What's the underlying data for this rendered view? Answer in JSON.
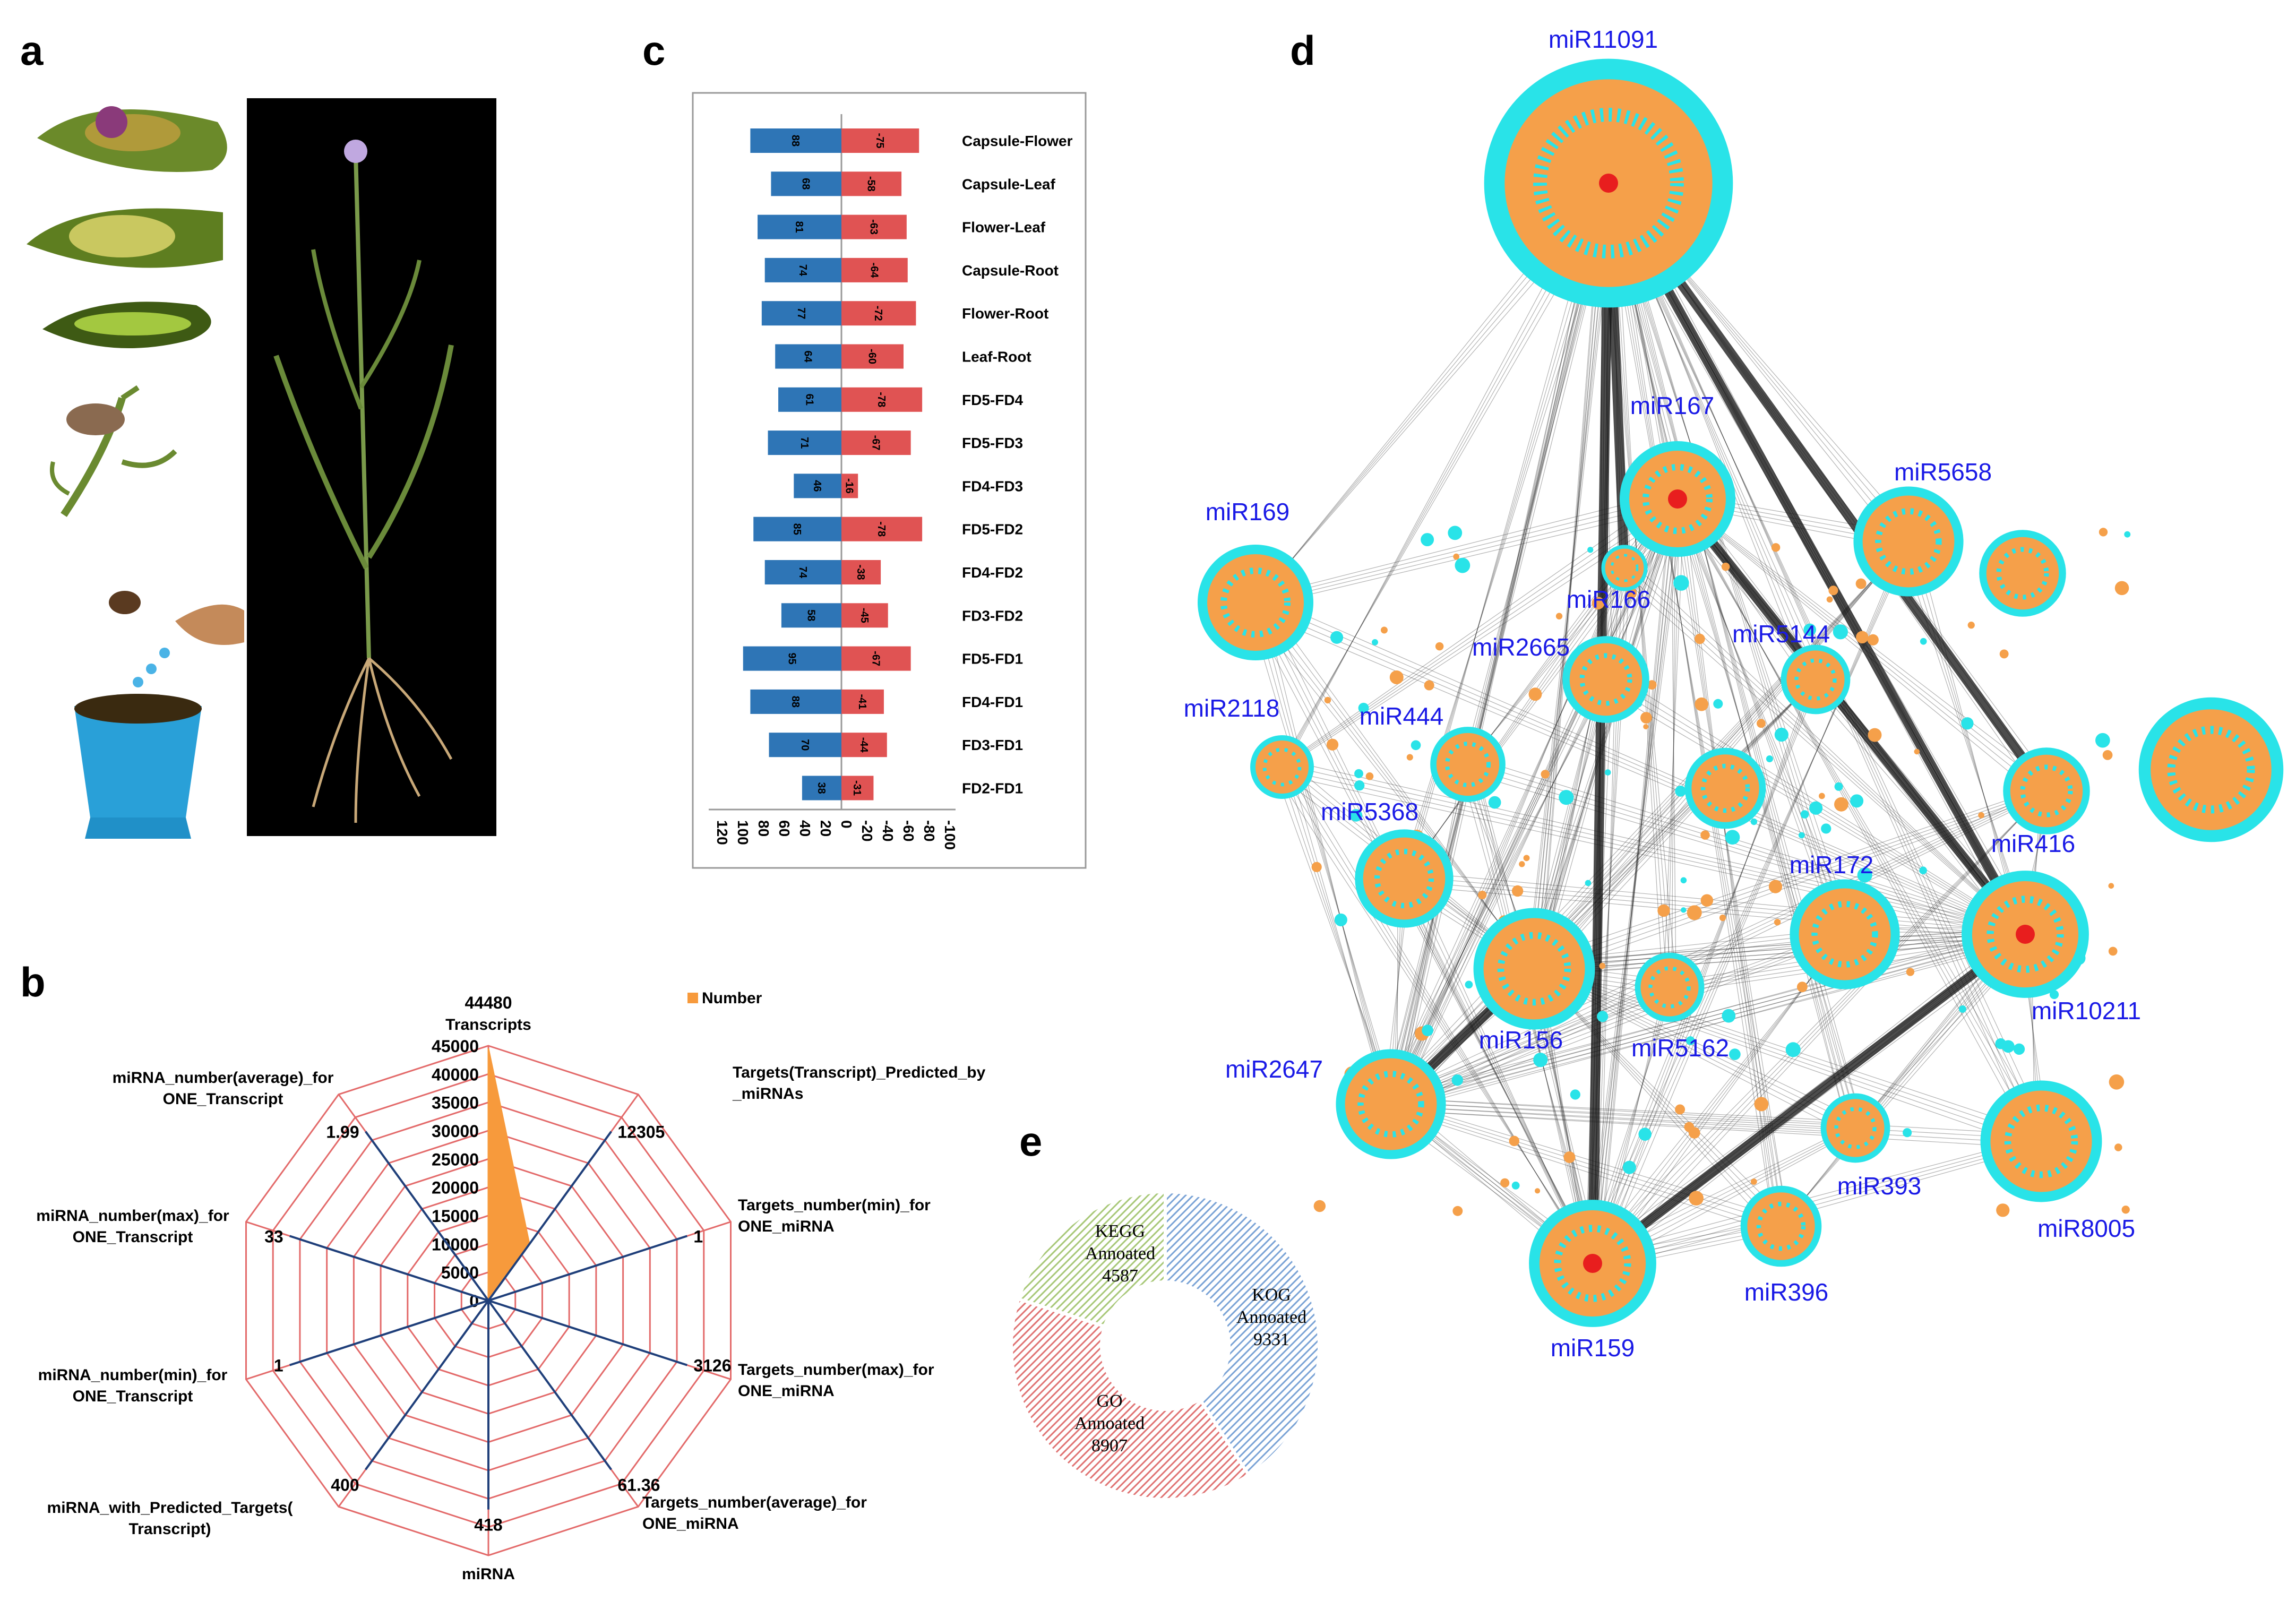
{
  "panels": {
    "a": "a",
    "b": "b",
    "c": "c",
    "d": "d",
    "e": "e"
  },
  "colors": {
    "blue": "#2e75b6",
    "red": "#e05353",
    "orange": "#f79a3c",
    "navy": "#1f3f7a",
    "grid": "#e36a6a",
    "network_label": "#1a1ae6",
    "cyan": "#29e3e8",
    "node_orange": "#f5a04a",
    "kog": "#7aa3d6",
    "go": "#e07373",
    "kegg": "#a8c878"
  },
  "chart_data": [
    {
      "id": "b",
      "type": "radar",
      "legend": "Number",
      "legend_position": "top-right",
      "axes": [
        "Transcripts",
        "Targets(Transcript)_Predicted_by _miRNAs",
        "Targets_number(min)_for ONE_miRNA",
        "Targets_number(max)_for ONE_miRNA",
        "Targets_number(average)_for ONE_miRNA",
        "miRNA",
        "miRNA_with_Predicted_Targets( Transcript)",
        "miRNA_number(min)_for ONE_Transcript",
        "miRNA_number(max)_for ONE_Transcript",
        "miRNA_number(average)_for ONE_Transcript"
      ],
      "values": [
        44480,
        12305,
        1,
        3126,
        61.36,
        418,
        400,
        1,
        33,
        1.99
      ],
      "value_labels": [
        "44480",
        "12305",
        "1",
        "3126",
        "61.36",
        "418",
        "400",
        "1",
        "33",
        "1.99"
      ],
      "ticks": [
        "0",
        "5000",
        "10000",
        "15000",
        "20000",
        "25000",
        "30000",
        "35000",
        "40000",
        "45000"
      ],
      "rmax": 45000
    },
    {
      "id": "c",
      "type": "bar",
      "orientation": "horizontal",
      "categories": [
        "Capsule-Flower",
        "Capsule-Leaf",
        "Flower-Leaf",
        "Capsule-Root",
        "Flower-Root",
        "Leaf-Root",
        "FD5-FD4",
        "FD5-FD3",
        "FD4-FD3",
        "FD5-FD2",
        "FD4-FD2",
        "FD3-FD2",
        "FD5-FD1",
        "FD4-FD1",
        "FD3-FD1",
        "FD2-FD1"
      ],
      "series": [
        {
          "values": [
            88,
            68,
            81,
            74,
            77,
            64,
            61,
            71,
            46,
            85,
            74,
            58,
            95,
            88,
            70,
            38
          ]
        },
        {
          "values": [
            -75,
            -58,
            -63,
            -64,
            -72,
            -60,
            -78,
            -67,
            -16,
            -78,
            -38,
            -45,
            -67,
            -41,
            -44,
            -31
          ]
        }
      ],
      "xticks": [
        "120",
        "100",
        "80",
        "60",
        "40",
        "20",
        "0",
        "-20",
        "-40",
        "-60",
        "-80",
        "-100"
      ],
      "xlim": [
        120,
        -100
      ]
    },
    {
      "id": "e",
      "type": "pie",
      "donut": true,
      "slices": [
        {
          "label1": "KOG",
          "label2": "Annoated",
          "value": 9331
        },
        {
          "label1": "GO",
          "label2": "Annoated",
          "value": 8907
        },
        {
          "label1": "KEGG",
          "label2": "Annoated",
          "value": 4587
        }
      ]
    }
  ],
  "network": {
    "nodes": [
      {
        "label": "miR11091"
      },
      {
        "label": "miR167"
      },
      {
        "label": "miR5658"
      },
      {
        "label": "miR169"
      },
      {
        "label": "miR166"
      },
      {
        "label": "miR2665"
      },
      {
        "label": "miR5144"
      },
      {
        "label": "miR2118"
      },
      {
        "label": "miR444"
      },
      {
        "label": "miR5368"
      },
      {
        "label": "miR172"
      },
      {
        "label": "miR416"
      },
      {
        "label": "miR156"
      },
      {
        "label": "miR5162"
      },
      {
        "label": "miR10211"
      },
      {
        "label": "miR2647"
      },
      {
        "label": "miR393"
      },
      {
        "label": "miR8005"
      },
      {
        "label": "miR396"
      },
      {
        "label": "miR159"
      }
    ]
  }
}
